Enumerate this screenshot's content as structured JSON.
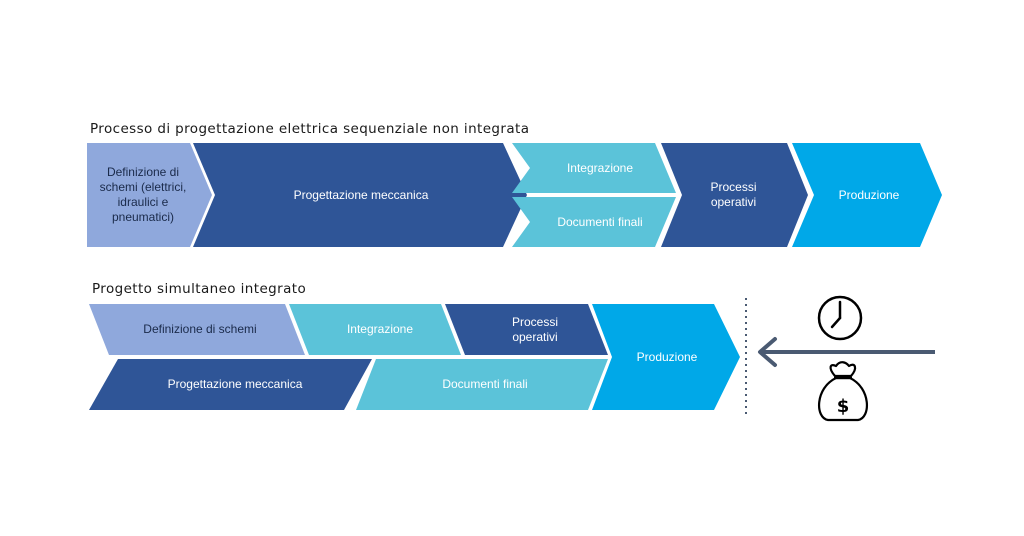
{
  "diagram": {
    "sequential": {
      "title": "Processo di progettazione elettrica sequenziale non integrata",
      "steps": {
        "schemi": "Definizione di schemi (elettrici, idraulici e pneumatici)",
        "meccanica": "Progettazione meccanica",
        "integrazione": "Integrazione",
        "documenti": "Documenti finali",
        "processi": "Processi operativi",
        "produzione": "Produzione"
      }
    },
    "integrated": {
      "title": "Progetto simultaneo integrato",
      "steps": {
        "schemi": "Definizione di schemi",
        "integrazione": "Integrazione",
        "processi": "Processi operativi",
        "produzione": "Produzione",
        "meccanica": "Progettazione meccanica",
        "documenti": "Documenti finali"
      }
    },
    "icons": [
      "clock-icon",
      "money-bag-icon",
      "arrow-left-icon"
    ]
  },
  "colors": {
    "light_blue_grey": "#8fa8dc",
    "navy": "#2f5597",
    "teal": "#5bc3d9",
    "bright_blue": "#00a8e8",
    "arrow": "#4a5a72"
  }
}
